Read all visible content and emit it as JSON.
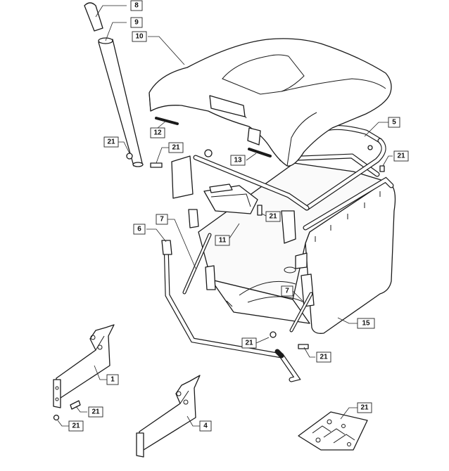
{
  "callouts": {
    "c8": "8",
    "c9": "9",
    "c10": "10",
    "c12": "12",
    "c13": "13",
    "c5": "5",
    "c21a": "21",
    "c21b": "21",
    "c21c": "21",
    "c21d": "21",
    "c21e": "21",
    "c21f": "21",
    "c21g": "21",
    "c21h": "21",
    "c21i": "21",
    "c6": "6",
    "c7a": "7",
    "c7b": "7",
    "c11": "11",
    "c15": "15",
    "c1": "1",
    "c4": "4"
  }
}
